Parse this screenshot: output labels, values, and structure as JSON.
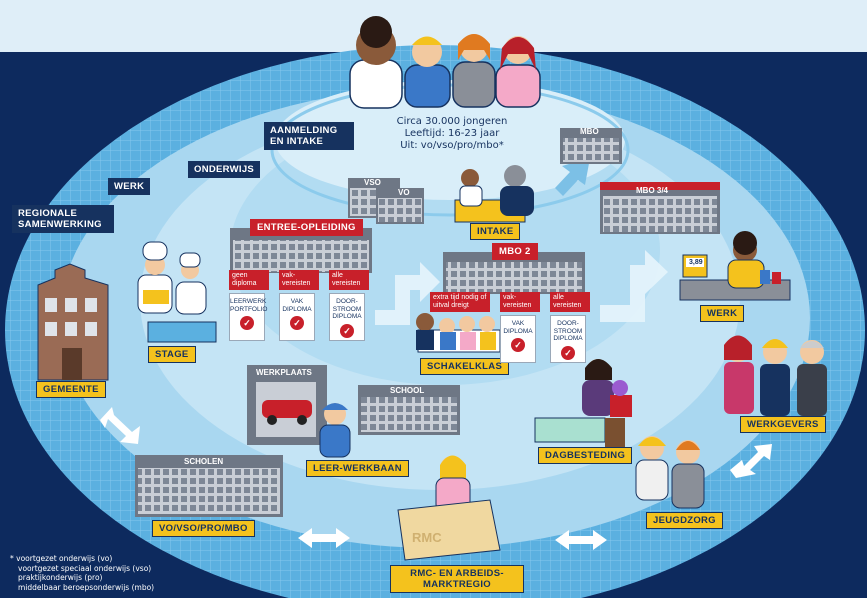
{
  "labels": {
    "aanmelding": "AANMELDING EN INTAKE",
    "onderwijs": "ONDERWIJS",
    "werk": "WERK",
    "regionale": "REGIONALE SAMENWERKING",
    "intake": "INTAKE",
    "entree": "ENTREE-OPLEIDING",
    "mbo2": "MBO 2",
    "stage": "STAGE",
    "schakelklas": "SCHAKELKLAS",
    "werk_box": "WERK",
    "gemeente": "GEMEENTE",
    "werkgevers": "WERKGEVERS",
    "leerwerkbaan": "LEER-WERKBAAN",
    "dagbesteding": "DAGBESTEDING",
    "scholen_box": "VO/VSO/PRO/MBO",
    "jeugdzorg": "JEUGDZORG",
    "rmc": "RMC- EN ARBEIDS-MARKTREGIO"
  },
  "buildings": {
    "mbo": "MBO",
    "mbo34": "MBO 3/4",
    "vso": "VSO",
    "vo": "VO",
    "werkplaats": "WERKPLAATS",
    "school": "SCHOOL",
    "scholen": "SCHOLEN",
    "rmc_desk": "RMC"
  },
  "info": {
    "line1": "Circa 30.000 jongeren",
    "line2": "Leeftijd: 16-23 jaar",
    "line3": "Uit: vo/vso/pro/mbo*"
  },
  "entree_tags": [
    {
      "tag": "geen diploma",
      "card": "LEERWERK PORTFOLIO"
    },
    {
      "tag": "vak-vereisten",
      "card": "VAK DIPLOMA"
    },
    {
      "tag": "alle vereisten",
      "card": "DOOR-STROOM DIPLOMA"
    }
  ],
  "mbo2_tags": [
    {
      "tag": "extra tijd nodig of uitval dreigt",
      "card": ""
    },
    {
      "tag": "vak-vereisten",
      "card": "VAK DIPLOMA"
    },
    {
      "tag": "alle vereisten",
      "card": "DOOR-STROOM DIPLOMA"
    }
  ],
  "check_glyph": "✓",
  "price": "3,89",
  "footnote": [
    "* voortgezet onderwijs (vo)",
    "voortgezet speciaal onderwijs (vso)",
    "praktijkonderwijs (pro)",
    "middelbaar beroepsonderwijs (mbo)"
  ],
  "colors": {
    "navy": "#16325f",
    "yellow": "#f4c21d",
    "red": "#c8202a",
    "light_blue": "#bfe0f2",
    "mid_blue": "#7cc0e6"
  }
}
